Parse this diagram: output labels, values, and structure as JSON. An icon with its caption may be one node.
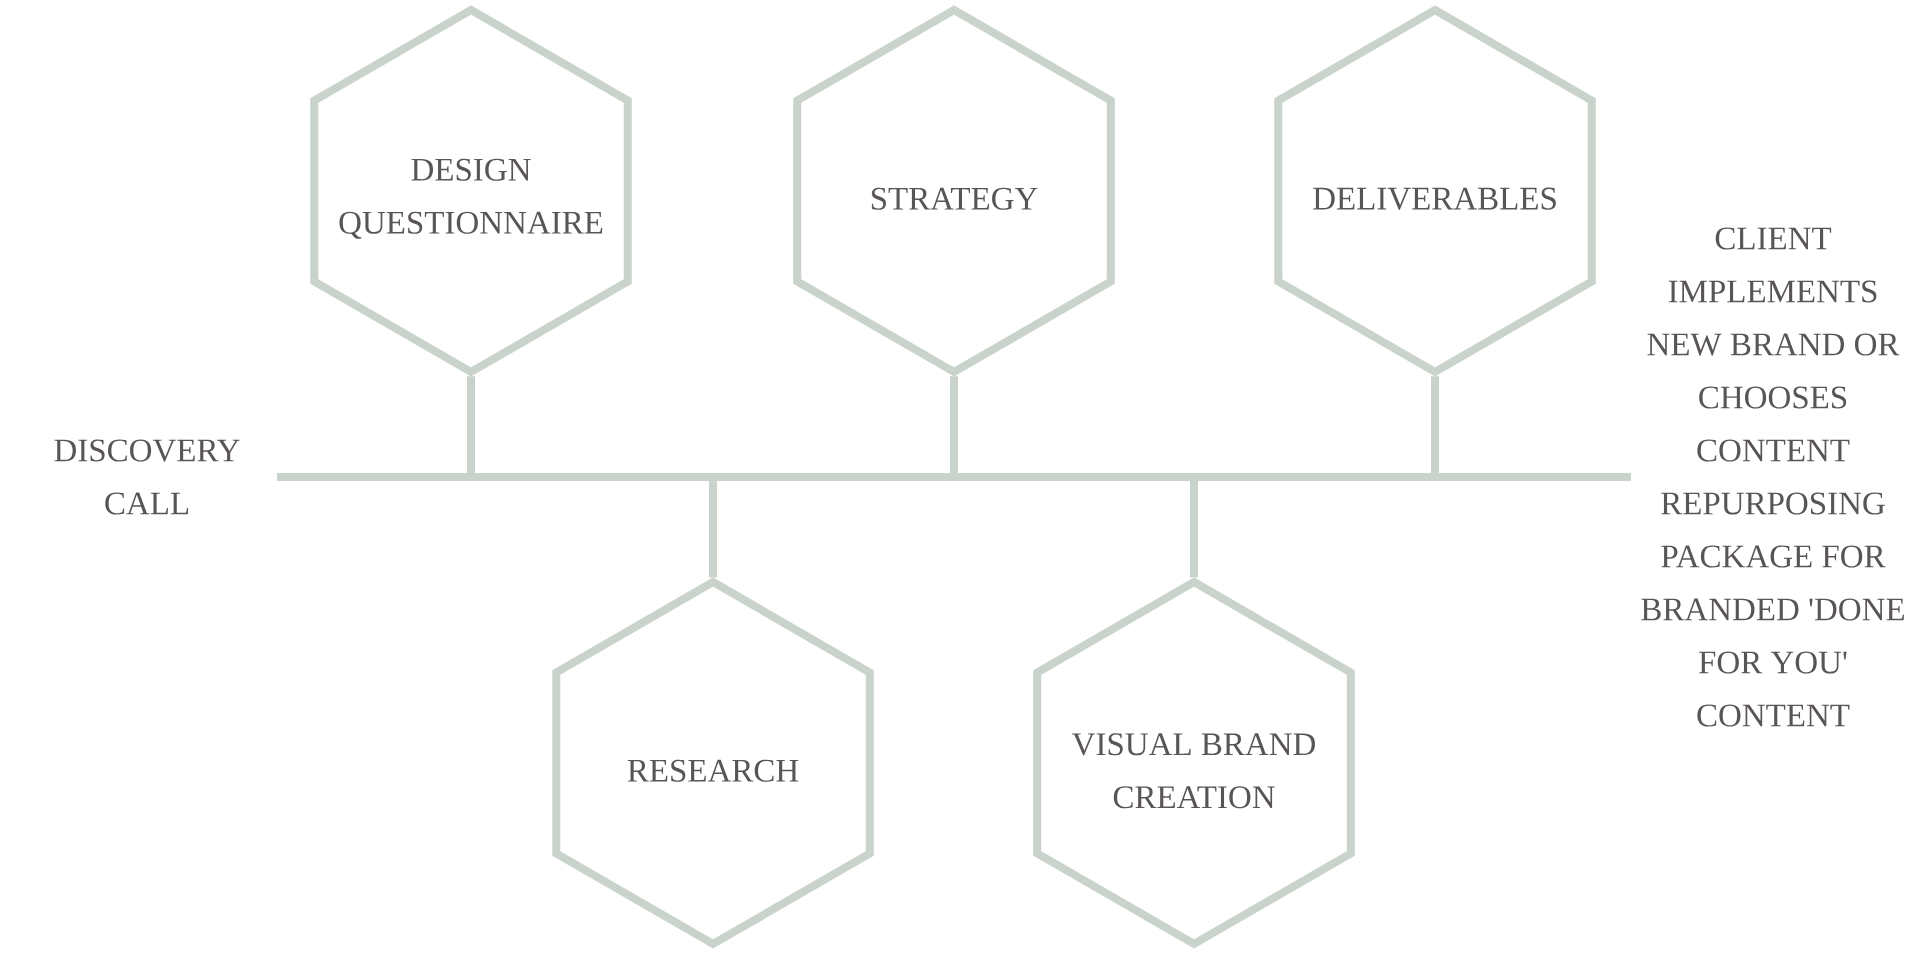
{
  "diagram": {
    "nodes": [
      {
        "text": [
          "DISCOVERY CALL"
        ]
      },
      {
        "text": [
          "DESIGN QUESTIONNAIRE"
        ]
      },
      {
        "text": [
          "RESEARCH"
        ]
      },
      {
        "text": [
          "STRATEGY"
        ]
      },
      {
        "text": [
          "VISUAL BRAND CREATION"
        ]
      },
      {
        "text": [
          "DELIVERABLES"
        ]
      },
      {
        "text": [
          "CLIENT IMPLEMENTS NEW BRAND OR CHOOSES CONTENT REPURPOSING PACKAGE FOR BRANDED 'DONE FOR YOU' CONTENT"
        ]
      }
    ],
    "edges": [
      {
        "from": 0,
        "to": 1,
        "arrow": "none"
      },
      {
        "from": 1,
        "to": 2,
        "arrow": "none"
      },
      {
        "from": 2,
        "to": 3,
        "arrow": "none"
      },
      {
        "from": 3,
        "to": 4,
        "arrow": "none"
      },
      {
        "from": 4,
        "to": 5,
        "arrow": "none"
      },
      {
        "from": 5,
        "to": 6,
        "arrow": "none"
      }
    ]
  }
}
